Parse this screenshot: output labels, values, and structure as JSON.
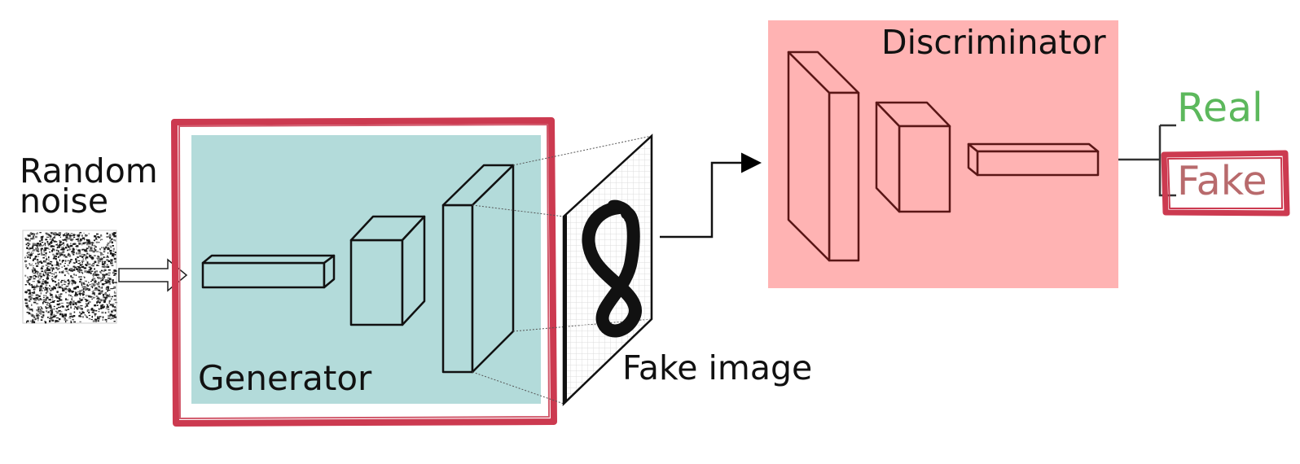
{
  "labels": {
    "random_noise": "Random noise",
    "generator": "Generator",
    "fake_image": "Fake image",
    "discriminator": "Discriminator",
    "real": "Real",
    "fake": "Fake"
  },
  "colors": {
    "generator_fill": "#b3dbda",
    "generator_border": "#cc3a50",
    "discriminator_fill": "#ffb3b3",
    "discriminator_layer_stroke": "#5a1616",
    "real_text": "#5cb85c",
    "fake_text": "#b86a6c",
    "fake_highlight": "#cc3a50"
  },
  "icons": {
    "noise": "random-noise-image",
    "digit": "handwritten-eight"
  }
}
